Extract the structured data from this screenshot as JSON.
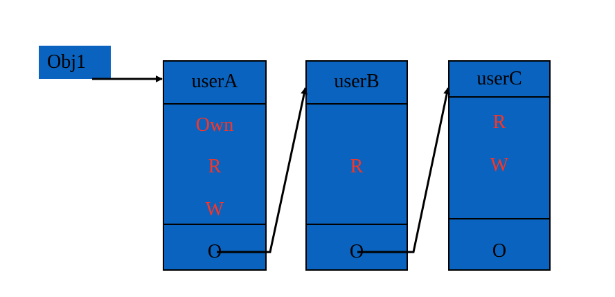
{
  "object": {
    "label": "Obj1"
  },
  "nodes": [
    {
      "user": "userA",
      "permissions": [
        "Own",
        "R",
        "W"
      ],
      "pointer": "O"
    },
    {
      "user": "userB",
      "permissions": [
        "R"
      ],
      "pointer": "O"
    },
    {
      "user": "userC",
      "permissions": [
        "R",
        "W"
      ],
      "pointer": "O"
    }
  ],
  "colors": {
    "box_fill": "#0a63bf",
    "permission_text": "#ff3322",
    "outline": "#000000"
  }
}
